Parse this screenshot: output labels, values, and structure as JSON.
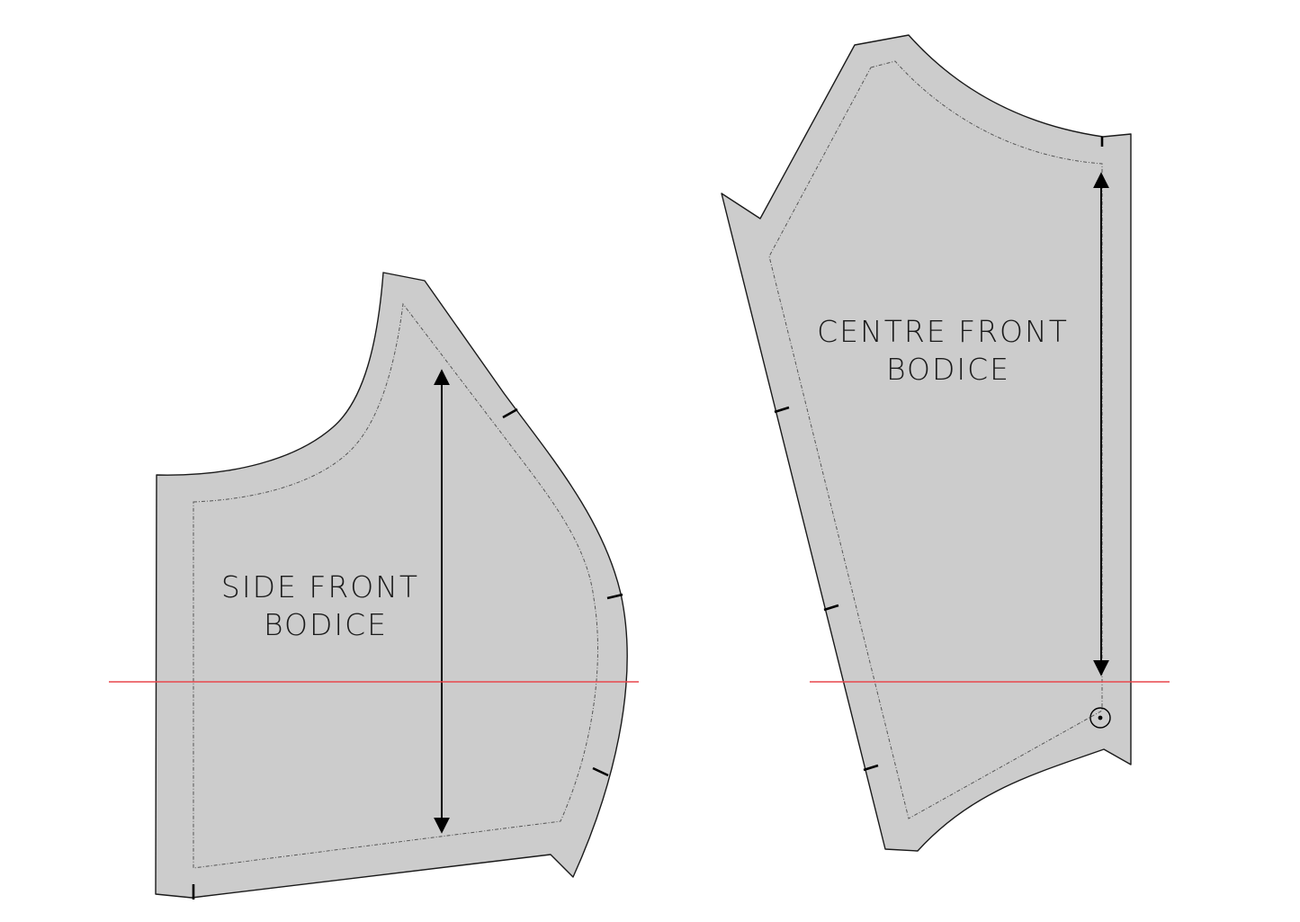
{
  "pieces": {
    "side_front": {
      "label_line1": "SIDE FRONT",
      "label_line2": "BODICE"
    },
    "centre_front": {
      "label_line1": "CENTRE FRONT",
      "label_line2": "BODICE"
    }
  },
  "colors": {
    "fabric": "#cccccc",
    "outline": "#1a1a1a",
    "lengthen_line": "#e8474c",
    "background": "#ffffff"
  }
}
